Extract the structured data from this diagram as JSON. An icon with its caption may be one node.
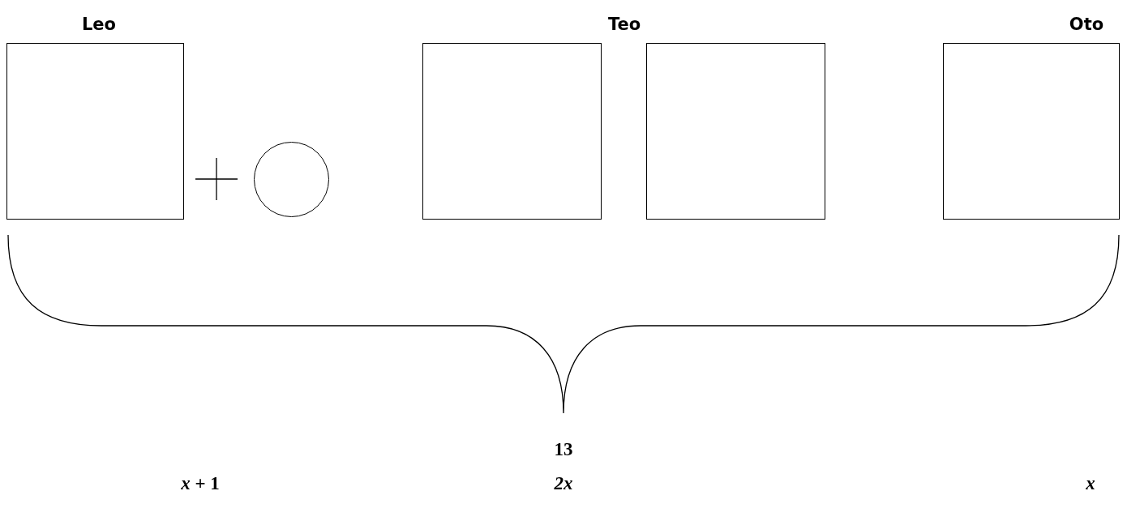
{
  "diagram": {
    "nodes": [
      {
        "text": [],
        "shape": "box"
      },
      {
        "text": [],
        "shape": "circle"
      },
      {
        "text": [],
        "shape": "box"
      },
      {
        "text": [],
        "shape": "box"
      },
      {
        "text": [],
        "shape": "box"
      }
    ],
    "labels": [
      "Leo",
      "Teo",
      "Oto",
      "13",
      "*x* + 1",
      "2x",
      "x"
    ]
  }
}
